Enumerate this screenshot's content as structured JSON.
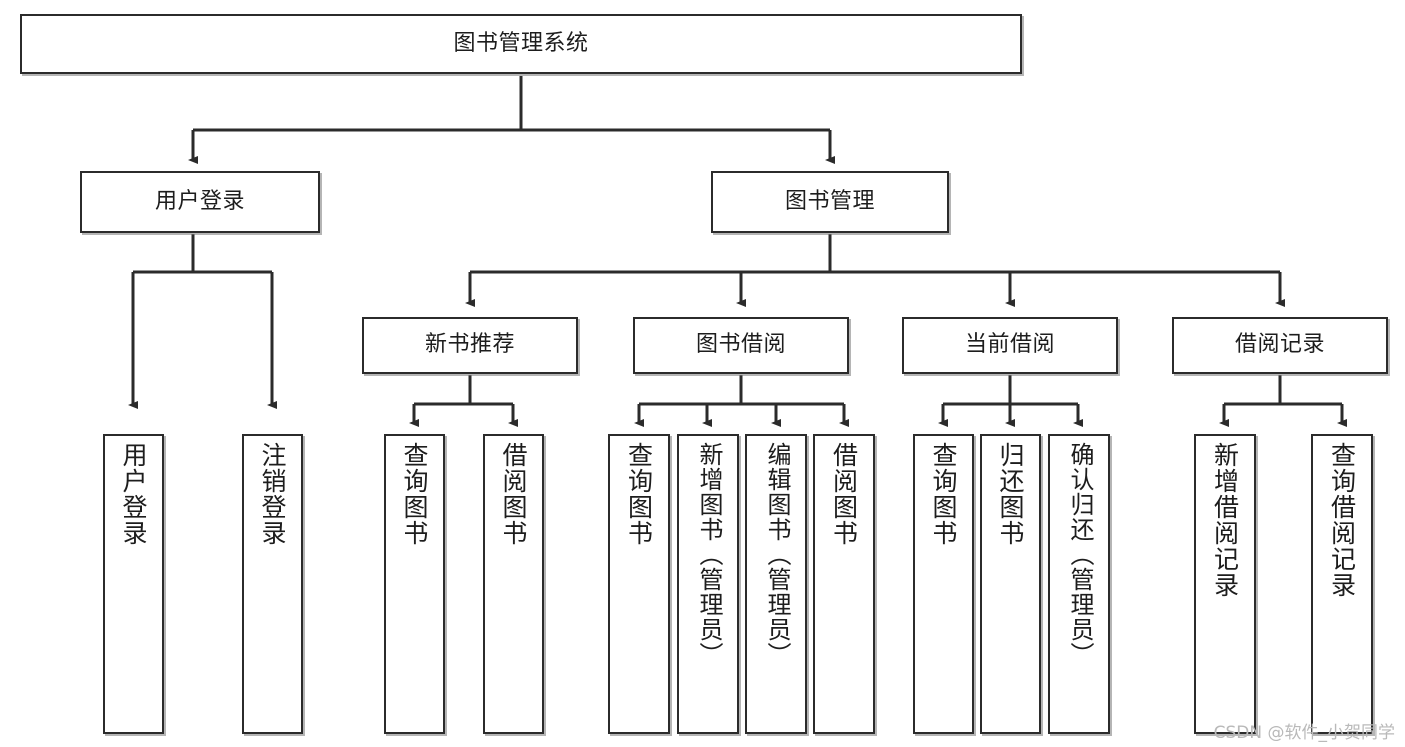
{
  "diagram": {
    "title": "图书管理系统",
    "watermark": "CSDN @软件_小贺同学",
    "colors": {
      "box_border": "#2b2b2b",
      "box_fill": "#ffffff",
      "connector": "#2b2b2b",
      "background": "#ffffff",
      "watermark": "#b9b9b9"
    },
    "levels": {
      "root": "图书管理系统",
      "level2": [
        "用户登录",
        "图书管理"
      ],
      "level3": [
        "新书推荐",
        "图书借阅",
        "当前借阅",
        "借阅记录"
      ]
    },
    "nodes": {
      "root": {
        "label": "图书管理系统"
      },
      "user_login": {
        "label": "用户登录"
      },
      "book_manage": {
        "label": "图书管理"
      },
      "new_book_rec": {
        "label": "新书推荐"
      },
      "book_borrow": {
        "label": "图书借阅"
      },
      "current_borrow": {
        "label": "当前借阅"
      },
      "borrow_record": {
        "label": "借阅记录"
      },
      "leaf_user_login": {
        "label": "用户登录"
      },
      "leaf_logout": {
        "label": "注销登录"
      },
      "leaf_query_book_1": {
        "label": "查询图书"
      },
      "leaf_borrow_book_1": {
        "label": "借阅图书"
      },
      "leaf_query_book_2": {
        "label": "查询图书"
      },
      "leaf_add_book": {
        "label": "新增图书（管理员）"
      },
      "leaf_edit_book": {
        "label": "编辑图书（管理员）"
      },
      "leaf_borrow_book_2": {
        "label": "借阅图书"
      },
      "leaf_query_book_3": {
        "label": "查询图书"
      },
      "leaf_return_book": {
        "label": "归还图书"
      },
      "leaf_confirm_return": {
        "label": "确认归还（管理员）"
      },
      "leaf_add_record": {
        "label": "新增借阅记录"
      },
      "leaf_query_record": {
        "label": "查询借阅记录"
      }
    },
    "edges": [
      {
        "from": "root",
        "to": "user_login"
      },
      {
        "from": "root",
        "to": "book_manage"
      },
      {
        "from": "user_login",
        "to": "leaf_user_login"
      },
      {
        "from": "user_login",
        "to": "leaf_logout"
      },
      {
        "from": "book_manage",
        "to": "new_book_rec"
      },
      {
        "from": "book_manage",
        "to": "book_borrow"
      },
      {
        "from": "book_manage",
        "to": "current_borrow"
      },
      {
        "from": "book_manage",
        "to": "borrow_record"
      },
      {
        "from": "new_book_rec",
        "to": "leaf_query_book_1"
      },
      {
        "from": "new_book_rec",
        "to": "leaf_borrow_book_1"
      },
      {
        "from": "book_borrow",
        "to": "leaf_query_book_2"
      },
      {
        "from": "book_borrow",
        "to": "leaf_add_book"
      },
      {
        "from": "book_borrow",
        "to": "leaf_edit_book"
      },
      {
        "from": "book_borrow",
        "to": "leaf_borrow_book_2"
      },
      {
        "from": "current_borrow",
        "to": "leaf_query_book_3"
      },
      {
        "from": "current_borrow",
        "to": "leaf_return_book"
      },
      {
        "from": "current_borrow",
        "to": "leaf_confirm_return"
      },
      {
        "from": "borrow_record",
        "to": "leaf_add_record"
      },
      {
        "from": "borrow_record",
        "to": "leaf_query_record"
      }
    ]
  }
}
